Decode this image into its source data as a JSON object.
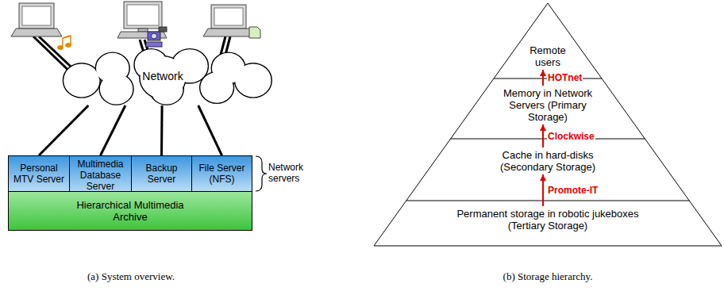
{
  "diagram": {
    "nodes": [
      {
        "text": [
          "Network"
        ]
      },
      {
        "text": [
          "Personal MTV Server"
        ]
      },
      {
        "text": [
          "Multimedia Database Server"
        ]
      },
      {
        "text": [
          "Backup Server"
        ]
      },
      {
        "text": [
          "File Server (NFS)"
        ]
      },
      {
        "text": [
          "Hierarchical Multimedia Archive"
        ]
      },
      {
        "text": [
          "Remote users"
        ]
      },
      {
        "text": [
          "Memory in Network Servers (Primary Storage)"
        ]
      },
      {
        "text": [
          "Cache in hard-disks (Secondary Storage)"
        ]
      },
      {
        "text": [
          "Permanent storage in robotic jukeboxes (Tertiary Storage)"
        ]
      }
    ],
    "edges": [
      {
        "from": 0,
        "to": 1,
        "arrow": "none"
      },
      {
        "from": 0,
        "to": 2,
        "arrow": "none"
      },
      {
        "from": 0,
        "to": 3,
        "arrow": "none"
      },
      {
        "from": 0,
        "to": 4,
        "arrow": "none"
      },
      {
        "from": 9,
        "to": 8,
        "label": "Promote-IT",
        "arrow": "to"
      },
      {
        "from": 8,
        "to": 7,
        "label": "Clockwise",
        "arrow": "to"
      },
      {
        "from": 7,
        "to": 6,
        "label": "HOTnet",
        "arrow": "to"
      }
    ],
    "labels": [
      "Network servers",
      "(a) System overview.",
      "(b) Storage hierarchy."
    ]
  }
}
